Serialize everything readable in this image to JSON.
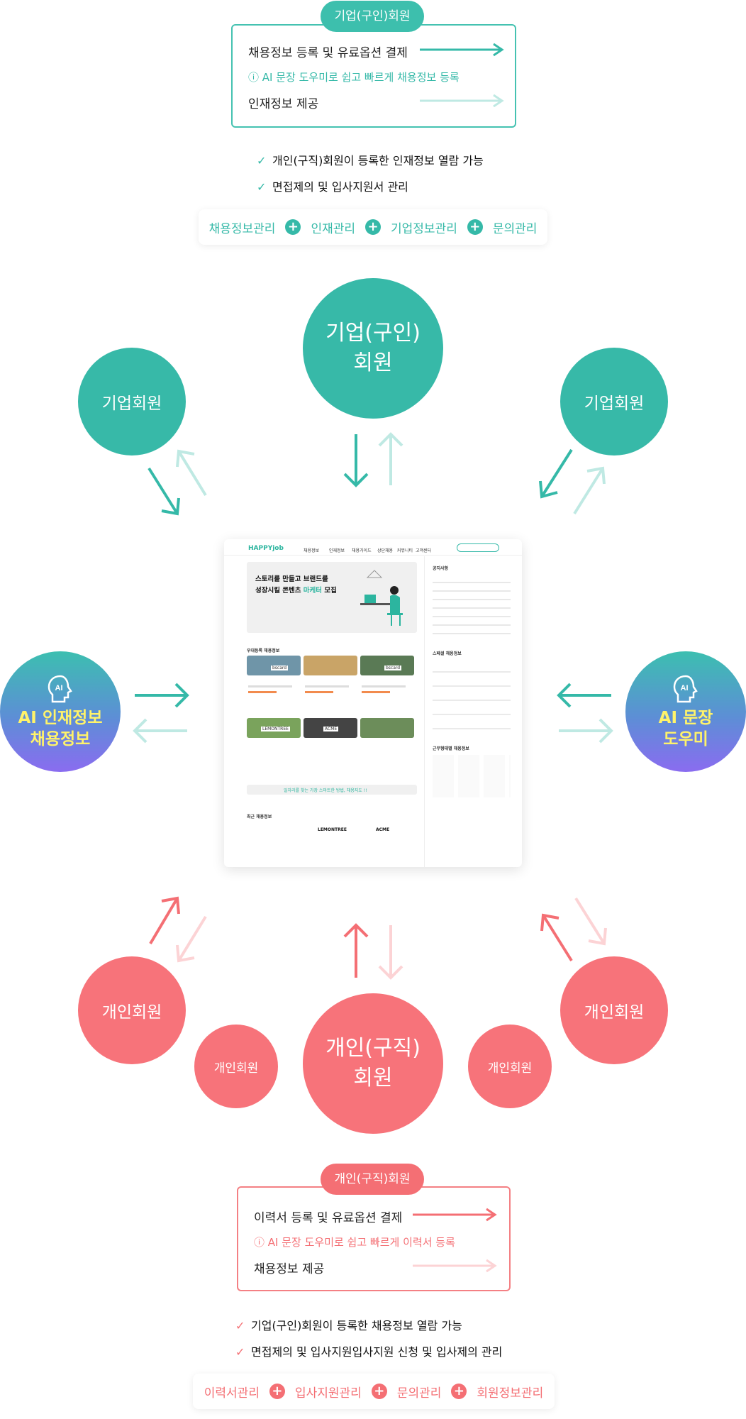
{
  "company_section": {
    "badge": "기업(구인)회원",
    "row1": "채용정보 등록 및 유료옵션 결제",
    "ai_note": "ⓘ AI 문장 도우미로 쉽고 빠르게 채용정보 등록",
    "row2": "인재정보 제공",
    "checks": [
      "개인(구직)회원이 등록한 인재정보 열람 가능",
      "면접제의 및 입사지원서 관리"
    ],
    "tags": [
      "채용정보관리",
      "인재관리",
      "기업정보관리",
      "문의관리"
    ]
  },
  "circles": {
    "company_main": [
      "기업(구인)",
      "회원"
    ],
    "company_left": "기업회원",
    "company_right": "기업회원",
    "ai_left": [
      "AI 인재정보",
      "채용정보"
    ],
    "ai_right": [
      "AI 문장",
      "도우미"
    ],
    "ai_icon_label": "AI",
    "person_main": [
      "개인(구직)",
      "회원"
    ],
    "person_left": "개인회원",
    "person_right": "개인회원",
    "person_small_left": "개인회원",
    "person_small_right": "개인회원"
  },
  "screenshot": {
    "logo": "HAPPYjob",
    "nav": [
      "채용정보",
      "인재정보",
      "채용가이드",
      "상단채용",
      "커뮤니티",
      "고객센터"
    ],
    "banner_line1": "스토리를 만들고 브랜드를",
    "banner_line2a": "성장시킬 콘텐츠 ",
    "banner_highlight": "마케터",
    "banner_line2b": " 모집",
    "section_jobs": "우대등록 채용정보",
    "section_notice": "공지사항",
    "section_recent": "최근 채용정보",
    "section_special": "스페셜 채용정보",
    "section_category": "근무형태별 채용정보",
    "cta": "일자리를 찾는 가장 스마트한 방법, 채용지도 !!",
    "card_logos": [
      "bscard",
      "LEMONTREE",
      "ACME"
    ]
  },
  "person_section": {
    "badge": "개인(구직)회원",
    "row1": "이력서 등록 및 유료옵션 결제",
    "ai_note": "ⓘ AI 문장 도우미로 쉽고 빠르게 이력서 등록",
    "row2": "채용정보 제공",
    "checks": [
      "기업(구인)회원이 등록한 채용정보 열람 가능",
      "면접제의 및 입사지원입사지원 신청 및 입사제의 관리"
    ],
    "tags": [
      "이력서관리",
      "입사지원관리",
      "문의관리",
      "회원정보관리"
    ]
  },
  "colors": {
    "teal": "#37b9a8",
    "teal_light": "#bfe9e3",
    "pink": "#f7737a",
    "pink_light": "#fcd3d5",
    "ai_text": "#fff36a"
  }
}
